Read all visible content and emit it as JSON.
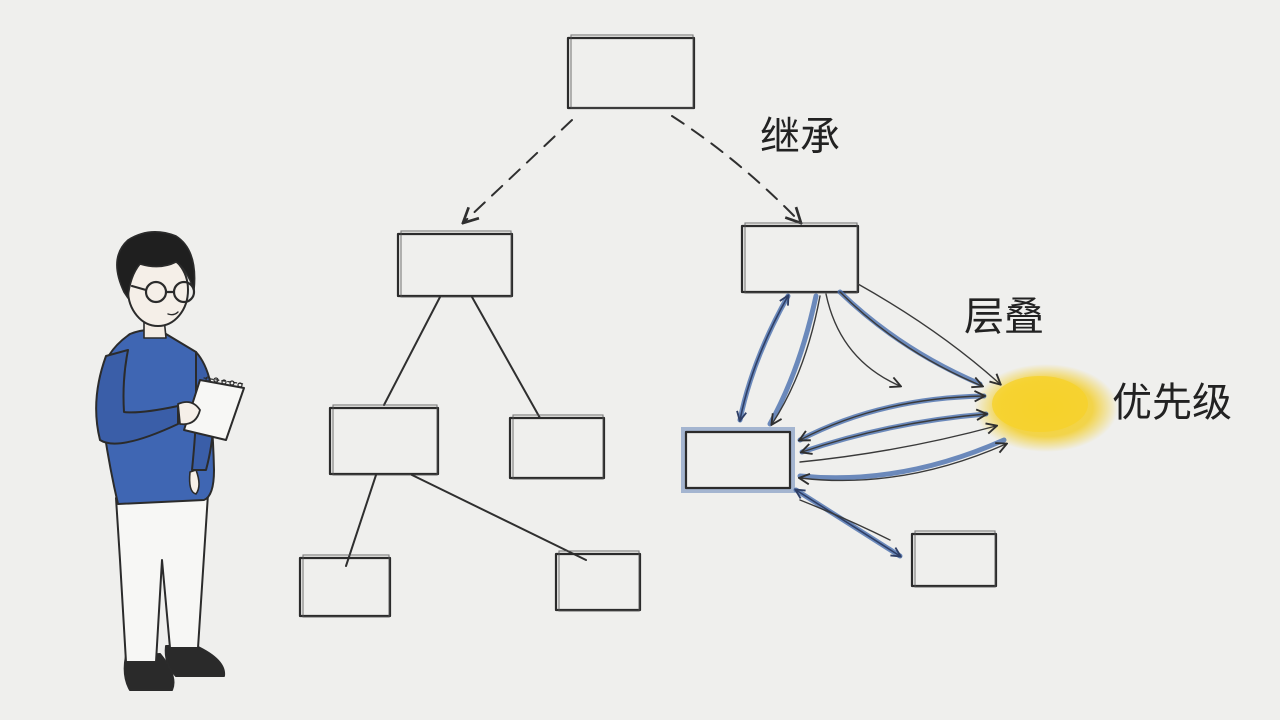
{
  "labels": {
    "inheritance": "继承",
    "cascade": "层叠",
    "priority": "优先级"
  },
  "colors": {
    "background": "#efefed",
    "ink": "#2b2b2b",
    "accent_blue": "#4a6fae",
    "highlight_yellow": "#f3cf2e",
    "sweater_blue": "#3f66b3"
  },
  "illustration": {
    "character": "person-with-glasses-holding-notepad"
  }
}
